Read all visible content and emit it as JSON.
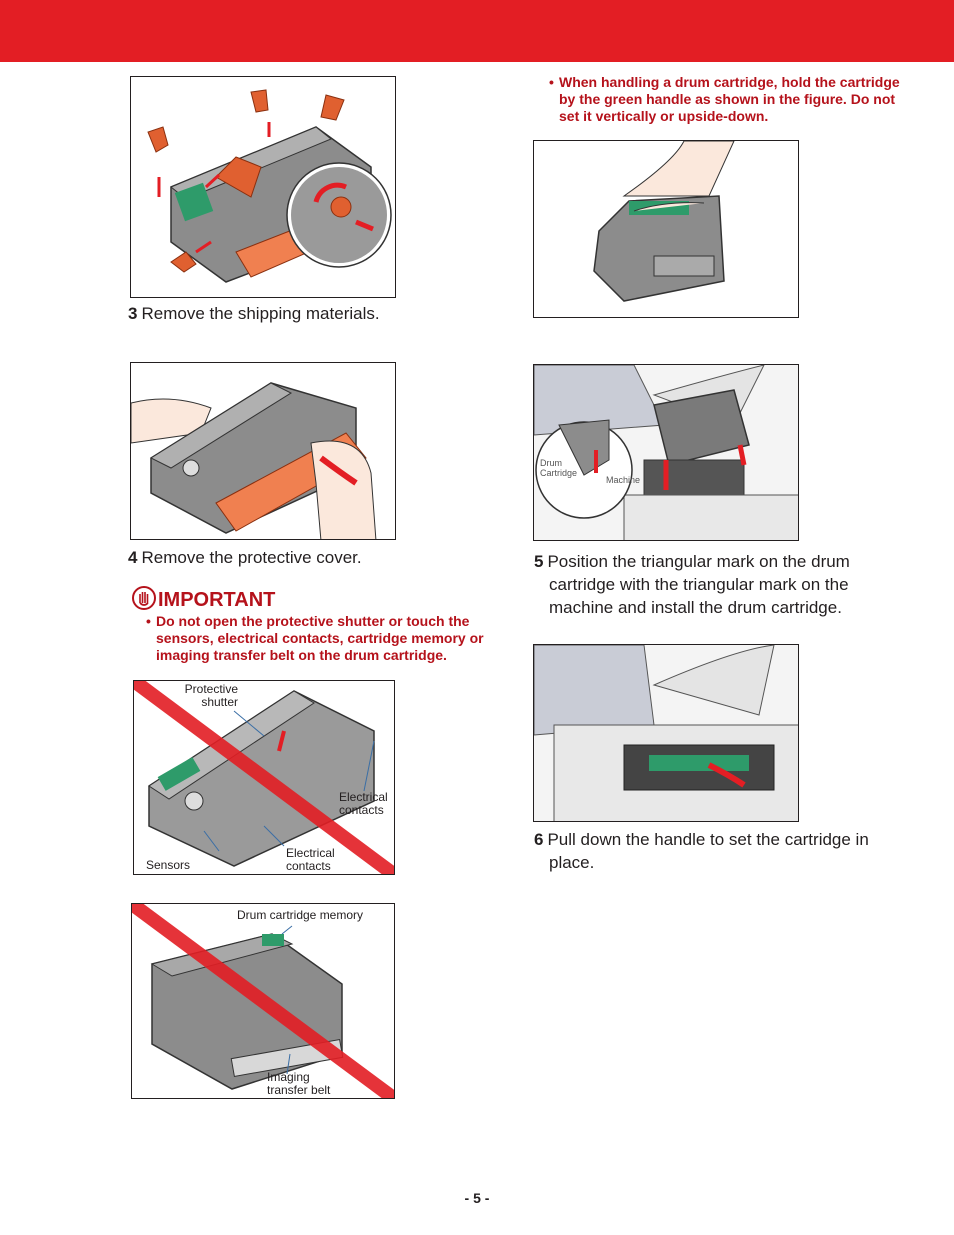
{
  "colors": {
    "brand_red": "#e31e24",
    "warning_red": "#b5121b"
  },
  "steps": {
    "step3": {
      "num": "3",
      "text": "Remove the shipping materials."
    },
    "step4": {
      "num": "4",
      "text": "Remove the protective cover."
    },
    "step5": {
      "num": "5",
      "text": "Position the triangular mark on the drum cartridge with the triangular mark on the machine and install the drum cartridge."
    },
    "step6": {
      "num": "6",
      "text": "Pull down the handle to set the cartridge in place."
    }
  },
  "important": {
    "icon": "hand-stop-icon",
    "title": "IMPORTANT",
    "bullet": "Do not open the protective shutter or touch the sensors, electrical contacts, cartridge memory or imaging transfer belt on the drum cartridge."
  },
  "handling_note": "When handling a drum cartridge, hold the cartridge by the green handle as shown in the figure. Do not set it vertically or upside-down.",
  "labels": {
    "protective_shutter": "Protective shutter",
    "electrical_contacts_right": "Electrical contacts",
    "electrical_contacts_bottom": "Electrical contacts",
    "sensors": "Sensors",
    "drum_cartridge_memory": "Drum cartridge memory",
    "imaging_transfer_belt": "Imaging transfer belt",
    "drum_cartridge": "Drum Cartridge",
    "machine": "Machine"
  },
  "bullet_char": "•",
  "page_number": "- 5 -"
}
